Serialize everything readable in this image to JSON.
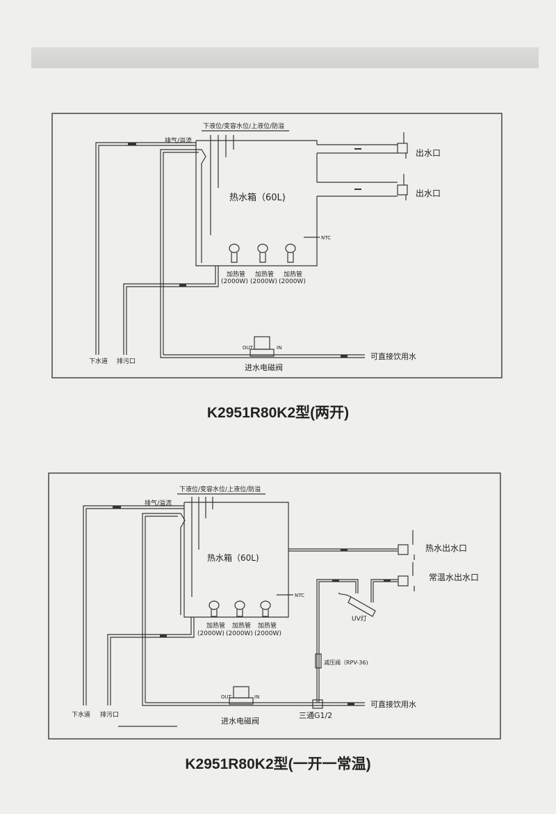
{
  "diagram1": {
    "title": "K2951R80K2型(两开)",
    "level_label": "下液位/变容水位/上液位/防溢",
    "vent_label": "排气/溢流",
    "tank_label": "热水箱（60L)",
    "ntc_label": "NTC",
    "heater_label": "加热管",
    "heater_power": [
      "(2000W)",
      "(2000W)",
      "(2000W)"
    ],
    "outlet_labels": [
      "出水口",
      "出水口"
    ],
    "drain_label": "下水道",
    "sewage_label": "排污口",
    "valve_label": "进水电磁阀",
    "valve_out": "OUT",
    "valve_in": "IN",
    "inlet_label": "可直接饮用水"
  },
  "diagram2": {
    "title": "K2951R80K2型(一开一常温)",
    "level_label": "下液位/变容水位/上液位/防溢",
    "vent_label": "排气/溢流",
    "tank_label": "热水箱（60L)",
    "ntc_label": "NTC",
    "heater_label": "加热管",
    "heater_power": [
      "(2000W)",
      "(2000W)",
      "(2000W)"
    ],
    "hot_outlet_label": "热水出水口",
    "room_outlet_label": "常温水出水口",
    "uv_label": "UV灯",
    "reducer_label": "减压阀（RPV-36)",
    "tee_label": "三通G1/2",
    "drain_label": "下水道",
    "sewage_label": "排污口",
    "valve_label": "进水电磁阀",
    "valve_out": "OUT",
    "valve_in": "IN",
    "inlet_label": "可直接饮用水"
  }
}
